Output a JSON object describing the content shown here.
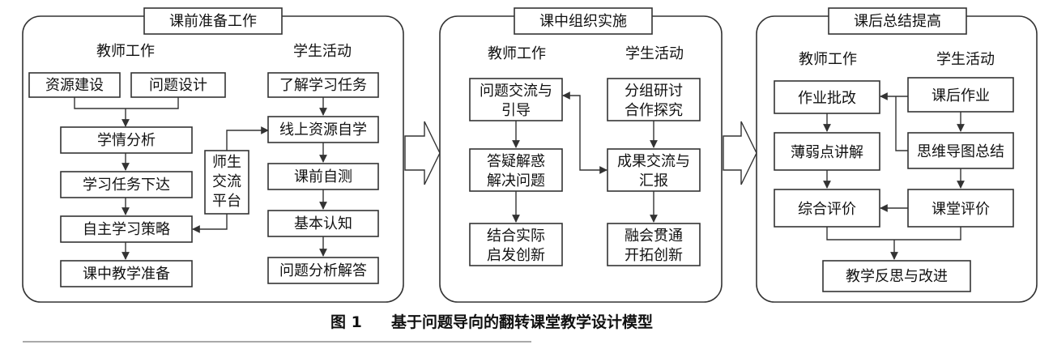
{
  "panels": {
    "pre": {
      "title": "课前准备工作",
      "teacher_heading": "教师工作",
      "student_heading": "学生活动",
      "resource_building": "资源建设",
      "problem_design": "问题设计",
      "learning_analysis": "学情分析",
      "task_assignment": "学习任务下达",
      "self_learning_strategy": "自主学习策略",
      "class_preparation": "课中教学准备",
      "platform_line1": "师生",
      "platform_line2": "交流",
      "platform_line3": "平台",
      "understand_task": "了解学习任务",
      "online_self_study": "线上资源自学",
      "pre_class_test": "课前自测",
      "basic_cognition": "基本认知",
      "problem_analysis": "问题分析解答"
    },
    "during": {
      "title": "课中组织实施",
      "teacher_heading": "教师工作",
      "student_heading": "学生活动",
      "exchange_line1": "问题交流与",
      "exchange_line2": "引导",
      "answer_line1": "答疑解惑",
      "answer_line2": "解决问题",
      "practice_line1": "结合实际",
      "practice_line2": "启发创新",
      "group_line1": "分组研讨",
      "group_line2": "合作探究",
      "report_line1": "成果交流与",
      "report_line2": "汇报",
      "integrate_line1": "融会贯通",
      "integrate_line2": "开拓创新"
    },
    "post": {
      "title": "课后总结提高",
      "teacher_heading": "教师工作",
      "student_heading": "学生活动",
      "homework_grading": "作业批改",
      "weak_points": "薄弱点讲解",
      "overall_eval": "综合评价",
      "homework": "课后作业",
      "mind_map": "思维导图总结",
      "class_eval": "课堂评价",
      "reflection": "教学反思与改进"
    }
  },
  "caption": {
    "number": "图 1",
    "text": "基于问题导向的翻转课堂教学设计模型"
  }
}
